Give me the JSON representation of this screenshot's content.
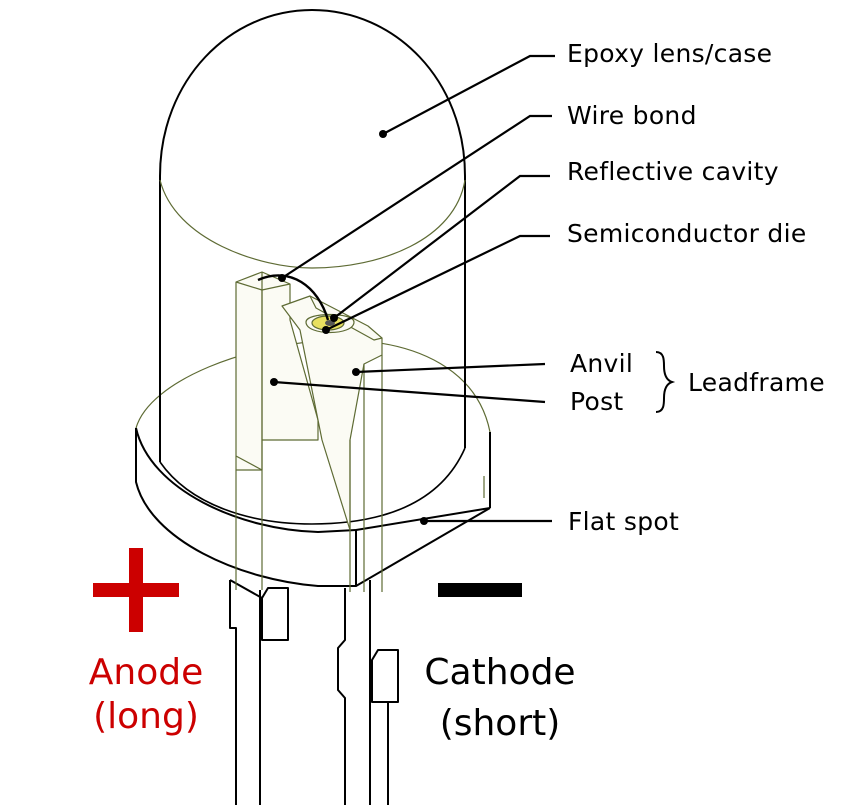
{
  "labels": {
    "epoxy": "Epoxy lens/case",
    "wire_bond": "Wire bond",
    "reflective_cavity": "Reflective cavity",
    "semiconductor_die": "Semiconductor die",
    "anvil": "Anvil",
    "post": "Post",
    "leadframe": "Leadframe",
    "flat_spot": "Flat spot",
    "anode_line1": "Anode",
    "anode_line2": "(long)",
    "cathode_line1": "Cathode",
    "cathode_line2": "(short)"
  },
  "colors": {
    "anode": "#cc0000",
    "cathode": "#000000",
    "die": "#e8e060",
    "leadframe_outline": "#5e6b34"
  }
}
